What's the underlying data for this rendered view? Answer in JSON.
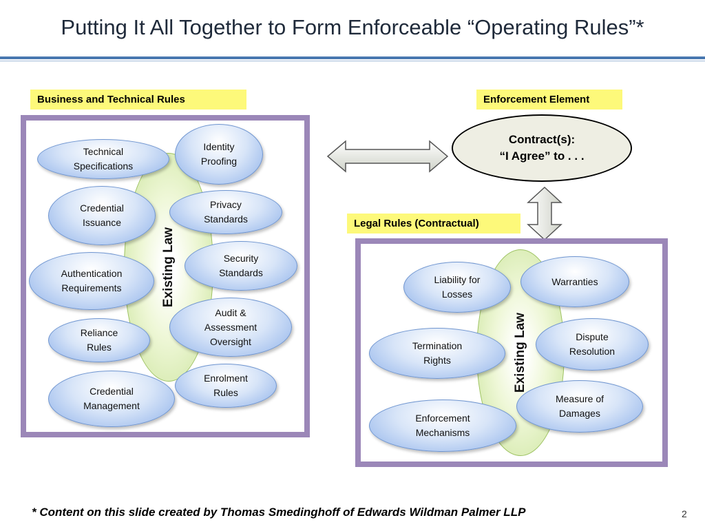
{
  "title": "Putting It All Together to Form Enforceable “Operating Rules”*",
  "left_panel": {
    "label": "Business and Technical Rules",
    "law_label": "Existing Law",
    "items": [
      "Technical\nSpecifications",
      "Identity\nProofing",
      "Credential\nIssuance",
      "Privacy\nStandards",
      "Security\nStandards",
      "Authentication\nRequirements",
      "Audit &\nAssessment\nOversight",
      "Reliance\nRules",
      "Enrolment\nRules",
      "Credential\nManagement"
    ]
  },
  "enforcement": {
    "label": "Enforcement Element",
    "contract_text": "Contract(s):\n“I Agree” to . . ."
  },
  "right_panel": {
    "label": "Legal Rules (Contractual)",
    "law_label": "Existing Law",
    "items": [
      "Liability for\nLosses",
      "Warranties",
      "Termination\nRights",
      "Dispute\nResolution",
      "Measure of\nDamages",
      "Enforcement\nMechanisms"
    ]
  },
  "footnote": "* Content on this slide created by Thomas Smedinghoff of Edwards Wildman Palmer LLP",
  "page_number": "2",
  "colors": {
    "frame": "#9b87b8",
    "label_bg": "#fdf97a",
    "oval_blue": "#8fb2ea",
    "law_green": "#c9e39a",
    "title_rule": "#4a78b0"
  }
}
